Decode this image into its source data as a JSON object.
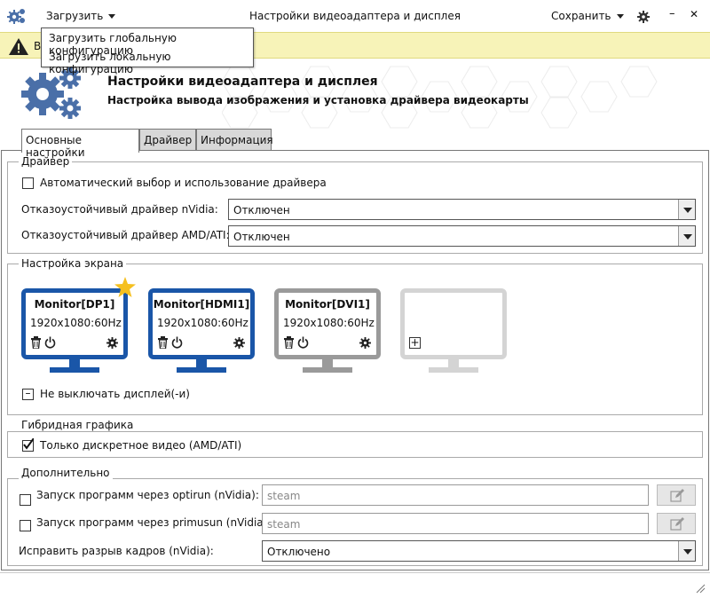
{
  "window": {
    "title": "Настройки видеоадаптера и дисплея",
    "load_menu": "Загрузить",
    "save_menu": "Сохранить",
    "minimize": "–",
    "close": "✕"
  },
  "load_dropdown": {
    "items": [
      "Загрузить глобальную конфигурацию",
      "Загрузить локальную конфигурацию"
    ]
  },
  "warning": {
    "text": "В"
  },
  "header": {
    "title": "Настройки видеоадаптера и дисплея",
    "subtitle": "Настройка вывода изображения и установка драйвера видеокарты"
  },
  "tabs": [
    "Основные настройки",
    "Драйвер",
    "Информация"
  ],
  "driver": {
    "group_label": "Драйвер",
    "auto_label": "Автоматический выбор и использование драйвера",
    "auto_checked": false,
    "nvidia_label": "Отказоустойчивый драйвер nVidia:",
    "nvidia_value": "Отключен",
    "amd_label": "Отказоустойчивый драйвер AMD/ATI:",
    "amd_value": "Отключен"
  },
  "screen": {
    "group_label": "Настройка экрана",
    "monitors": [
      {
        "name": "Monitor[DP1]",
        "mode": "1920x1080:60Hz",
        "color": "#1a56a8",
        "primary": true
      },
      {
        "name": "Monitor[HDMI1]",
        "mode": "1920x1080:60Hz",
        "color": "#1a56a8",
        "primary": false
      },
      {
        "name": "Monitor[DVI1]",
        "mode": "1920x1080:60Hz",
        "color": "#9a9a9a",
        "primary": false
      }
    ],
    "add_slot_color": "#d4d4d4",
    "keep_on_label": "Не выключать дисплей(-и)"
  },
  "hybrid": {
    "group_label": "Гибридная графика",
    "discrete_label": "Только дискретное видео (AMD/ATI)",
    "discrete_checked": true
  },
  "extra": {
    "group_label": "Дополнительно",
    "optirun_label": "Запуск программ через optirun (nVidia):",
    "optirun_placeholder": "steam",
    "primusun_label": "Запуск программ через primusun (nVidia):",
    "primusun_placeholder": "steam",
    "tearing_label": "Исправить разрыв кадров (nVidia):",
    "tearing_value": "Отключено"
  },
  "colors": {
    "accent": "#1a56a8",
    "gear": "#4a6fa8",
    "warning_bg": "#f7f3b8",
    "star": "#f5c020"
  }
}
